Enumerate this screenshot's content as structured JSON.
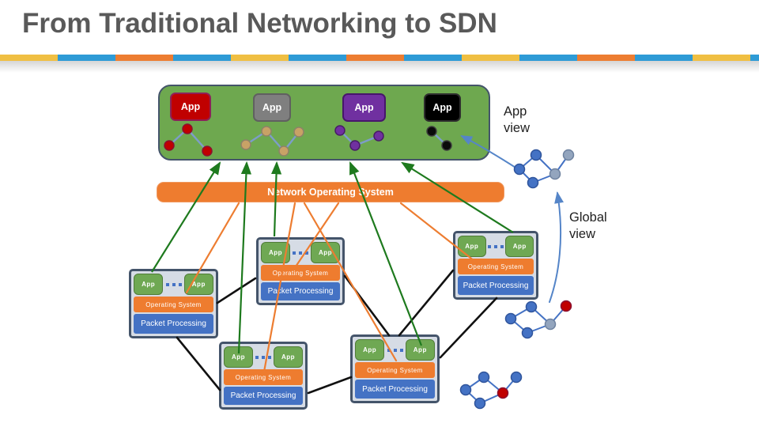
{
  "title": "From Traditional Networking to SDN",
  "app_layer": {
    "apps": [
      {
        "label": "App",
        "color": "#C00000"
      },
      {
        "label": "App",
        "color": "#7F7F7F"
      },
      {
        "label": "App",
        "color": "#7030A0"
      },
      {
        "label": "App",
        "color": "#000000"
      }
    ]
  },
  "nos_label": "Network Operating System",
  "labels": {
    "app_view_line1": "App",
    "app_view_line2": "view",
    "global_view_line1": "Global",
    "global_view_line2": "view"
  },
  "device": {
    "app_label": "App",
    "os_label": "Operating System",
    "pp_label": "Packet Processing"
  },
  "colors": {
    "title-gray": "#595959",
    "stripe-yellow": "#F0BF42",
    "stripe-blue": "#2E9BD6",
    "stripe-orange": "#ED7D31",
    "app-layer-green": "#6EA84F",
    "frame-slate": "#44546A",
    "nos-orange": "#EE7C2F",
    "device-gray": "#D6DCE5",
    "device-app-green": "#6FA853",
    "pp-blue": "#4472C4",
    "chip-red": "#C00000",
    "chip-gray": "#7F7F7F",
    "chip-purple": "#7030A0",
    "chip-black": "#000000",
    "line-green": "#1E7A1E",
    "line-black": "#111111",
    "arrow-blue": "#5585C8",
    "node-blue": "#4472C4",
    "node-gray": "#93A5BE",
    "node-red": "#C00000",
    "node-tan": "#C8A266",
    "node-purple": "#7030A0",
    "node-black": "#0A0A0A",
    "edge-blue": "#7D9DC9"
  }
}
